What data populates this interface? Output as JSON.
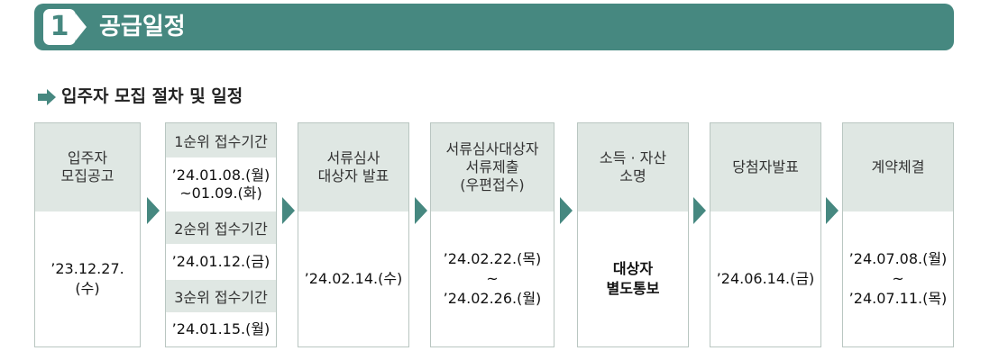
{
  "header": {
    "section_number": "1",
    "section_title": "공급일정"
  },
  "subheading": {
    "icon": "arrow-right-icon",
    "text": "입주자 모집 절차 및 일정"
  },
  "colors": {
    "accent": "#468880",
    "head_fill": "#dfe7e3",
    "border": "#b9c6c1"
  },
  "steps": [
    {
      "title": "입주자\n모집공고",
      "date": "’23.12.27.\n(수)"
    },
    {
      "sub": [
        {
          "title": "1순위 접수기간",
          "date": "’24.01.08.(월)\n~01.09.(화)"
        },
        {
          "title": "2순위 접수기간",
          "date": "’24.01.12.(금)"
        },
        {
          "title": "3순위 접수기간",
          "date": "’24.01.15.(월)"
        }
      ]
    },
    {
      "title": "서류심사\n대상자 발표",
      "date": "’24.02.14.(수)"
    },
    {
      "title": "서류심사대상자\n서류제출\n(우편접수)",
      "date": "’24.02.22.(목)\n~\n’24.02.26.(월)"
    },
    {
      "title": "소득 · 자산\n소명",
      "date": "대상자\n별도통보"
    },
    {
      "title": "당첨자발표",
      "date": "’24.06.14.(금)"
    },
    {
      "title": "계약체결",
      "date": "’24.07.08.(월)\n~\n’24.07.11.(목)"
    }
  ]
}
